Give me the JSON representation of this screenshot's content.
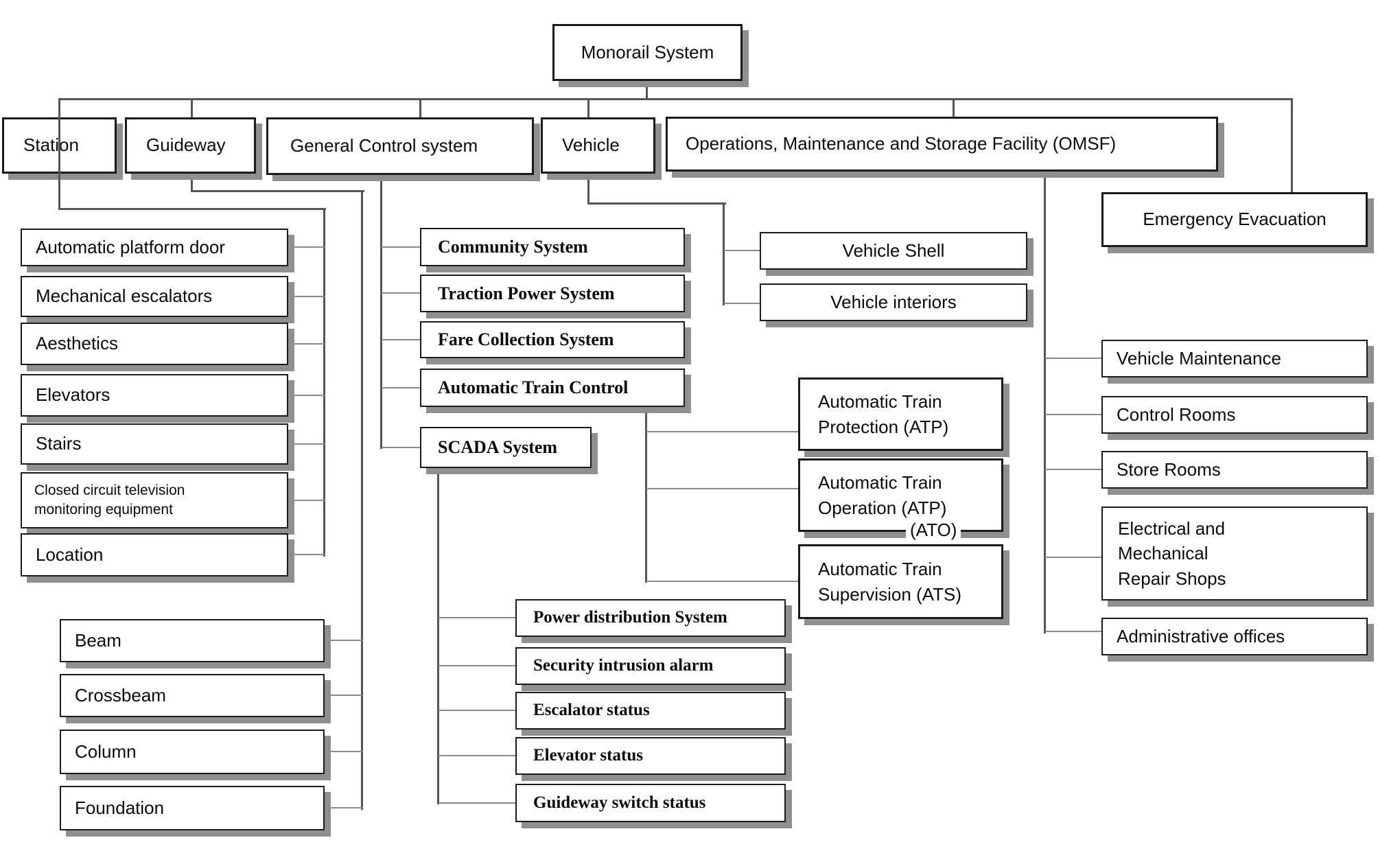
{
  "diagram_title": "Monorail System breakdown structure",
  "colors": {
    "box_border": "#1a1a1a",
    "box_fill": "#ffffff",
    "shadow": "#8f8f8f",
    "connector": "#555555",
    "connector_stub": "#8a8a8a",
    "text": "#0a0a0a"
  },
  "nodes": {
    "root": "Monorail System",
    "station": "Station",
    "guideway": "Guideway",
    "general_control": "General Control system",
    "vehicle": "Vehicle",
    "omsf": "Operations, Maintenance and Storage Facility (OMSF)",
    "emergency_evacuation": "Emergency Evacuation",
    "apd": "Automatic platform door",
    "mech_escalators": "Mechanical escalators",
    "aesthetics": "Aesthetics",
    "elevators": "Elevators",
    "stairs": "Stairs",
    "cctv": "Closed circuit television\nmonitoring equipment",
    "location": "Location",
    "beam": "Beam",
    "crossbeam": "Crossbeam",
    "column": "Column",
    "foundation": "Foundation",
    "community": "Community System",
    "traction": "Traction Power System",
    "fare": "Fare Collection System",
    "atc": "Automatic Train Control",
    "scada": "SCADA System",
    "atp": "Automatic Train\n Protection (ATP)",
    "ato": "Automatic Train\nOperation (ATP)",
    "ato_note": "(ATO)",
    "ats": "Automatic Train\nSupervision (ATS)",
    "power_dist": "Power distribution System",
    "security_alarm": "Security intrusion alarm",
    "escalator_status": "Escalator status",
    "elevator_status": "Elevator status",
    "guideway_switch": "Guideway switch status",
    "vehicle_shell": "Vehicle Shell",
    "vehicle_interiors": "Vehicle interiors",
    "vehicle_maintenance": "Vehicle Maintenance",
    "control_rooms": "Control Rooms",
    "store_rooms": "Store Rooms",
    "emrs": "Electrical and\n Mechanical\n Repair Shops",
    "admin_offices": "Administrative offices"
  },
  "hierarchy": {
    "Monorail System": {
      "Station": [
        "Automatic platform door",
        "Mechanical escalators",
        "Aesthetics",
        "Elevators",
        "Stairs",
        "Closed circuit television monitoring equipment",
        "Location"
      ],
      "Guideway": [
        "Beam",
        "Crossbeam",
        "Column",
        "Foundation"
      ],
      "General Control system": {
        "Community System": [],
        "Traction Power System": [],
        "Fare Collection System": [],
        "Automatic Train Control": [
          "Automatic Train Protection (ATP)",
          "Automatic Train Operation (ATP) (ATO)",
          "Automatic Train Supervision (ATS)"
        ],
        "SCADA System": [
          "Power distribution System",
          "Security intrusion alarm",
          "Escalator status",
          "Elevator status",
          "Guideway switch status"
        ]
      },
      "Vehicle": [
        "Vehicle Shell",
        "Vehicle interiors"
      ],
      "Operations, Maintenance and Storage Facility (OMSF)": [
        "Vehicle Maintenance",
        "Control Rooms",
        "Store Rooms",
        "Electrical and Mechanical Repair Shops",
        "Administrative offices"
      ],
      "Emergency Evacuation": []
    }
  }
}
